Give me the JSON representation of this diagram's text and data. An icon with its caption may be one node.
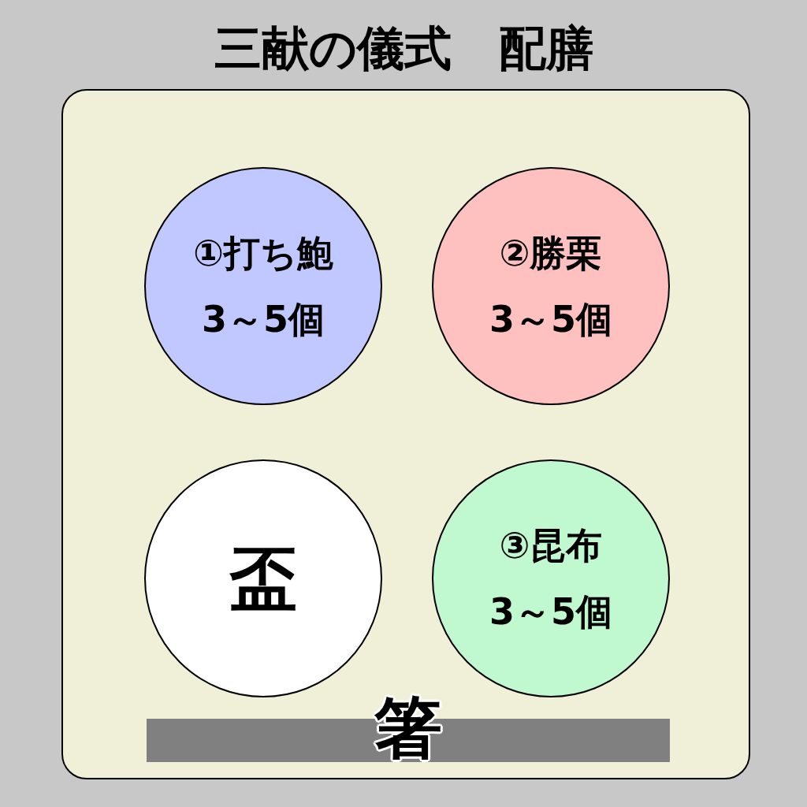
{
  "diagram": {
    "title": "三献の儀式　配膳",
    "nodes": [
      {
        "text": [],
        "shape": "box"
      },
      {
        "text": [
          "①打ち鮑",
          "3～5個"
        ],
        "in": 0
      },
      {
        "text": [
          "②勝栗",
          "3～5個"
        ],
        "in": 0
      },
      {
        "text": [
          "盃"
        ],
        "in": 0
      },
      {
        "text": [
          "③昆布",
          "3～5個"
        ],
        "in": 0
      },
      {
        "text": [
          "箸"
        ],
        "in": 0
      }
    ],
    "edges": []
  }
}
